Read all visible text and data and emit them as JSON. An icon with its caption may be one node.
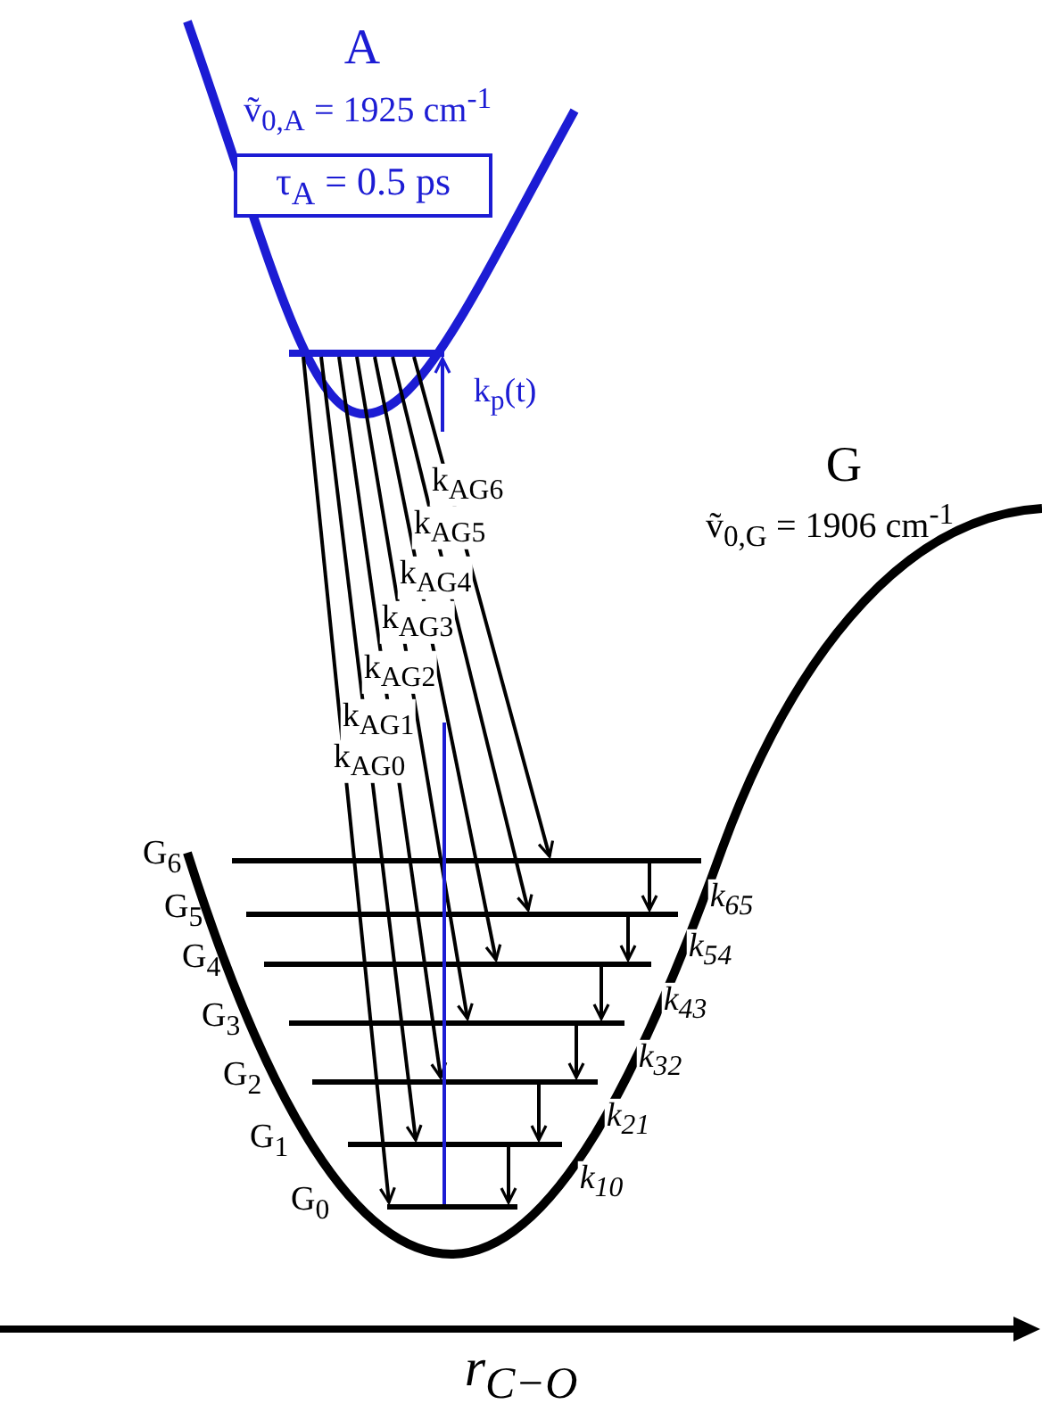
{
  "diagram": {
    "nodes": [
      {
        "text": [
          "A",
          "ṽ$_{0,A}$ = 1925 cm$^{-1}$"
        ]
      },
      {
        "text": [
          "τ$_{A}$ = 0.5 ps"
        ],
        "in": 0
      },
      {
        "text": [],
        "shape": "bar",
        "in": 0
      },
      {
        "text": [
          "G",
          "ṽ$_{0,G}$ = 1906 cm$^{-1}$"
        ]
      },
      {
        "text": [
          "G$_{6}$"
        ],
        "in": 3
      },
      {
        "text": [
          "G$_{5}$"
        ],
        "in": 3
      },
      {
        "text": [
          "G$_{4}$"
        ],
        "in": 3
      },
      {
        "text": [
          "G$_{3}$"
        ],
        "in": 3
      },
      {
        "text": [
          "G$_{2}$"
        ],
        "in": 3
      },
      {
        "text": [
          "G$_{1}$"
        ],
        "in": 3
      },
      {
        "text": [
          "G$_{0}$"
        ],
        "in": 3
      }
    ],
    "edges": [
      {
        "from": 2,
        "to": 10,
        "arrow": "to",
        "label": "k$_{AG0}$"
      },
      {
        "from": 2,
        "to": 9,
        "arrow": "to",
        "label": "k$_{AG1}$"
      },
      {
        "from": 2,
        "to": 8,
        "arrow": "to",
        "label": "k$_{AG2}$"
      },
      {
        "from": 2,
        "to": 7,
        "arrow": "to",
        "label": "k$_{AG3}$"
      },
      {
        "from": 2,
        "to": 6,
        "arrow": "to",
        "label": "k$_{AG4}$"
      },
      {
        "from": 2,
        "to": 5,
        "arrow": "to",
        "label": "k$_{AG5}$"
      },
      {
        "from": 2,
        "to": 4,
        "arrow": "to",
        "label": "k$_{AG6}$"
      },
      {
        "from": null,
        "to": 2,
        "arrow": "to",
        "label": "k$_{p}$(t)",
        "color": "#1c1cd4"
      },
      {
        "from": 4,
        "to": 5,
        "arrow": "to",
        "label": "k$_{65}$"
      },
      {
        "from": 5,
        "to": 6,
        "arrow": "to",
        "label": "k$_{54}$"
      },
      {
        "from": 6,
        "to": 7,
        "arrow": "to",
        "label": "k$_{43}$"
      },
      {
        "from": 7,
        "to": 8,
        "arrow": "to",
        "label": "k$_{32}$"
      },
      {
        "from": 8,
        "to": 9,
        "arrow": "to",
        "label": "k$_{21}$"
      },
      {
        "from": 9,
        "to": 10,
        "arrow": "to",
        "label": "k$_{10}$"
      },
      {
        "from": 10,
        "to": null,
        "arrow": "none",
        "color": "#1c1cd4"
      }
    ],
    "labels": [
      "r$_{C−O}$"
    ]
  }
}
